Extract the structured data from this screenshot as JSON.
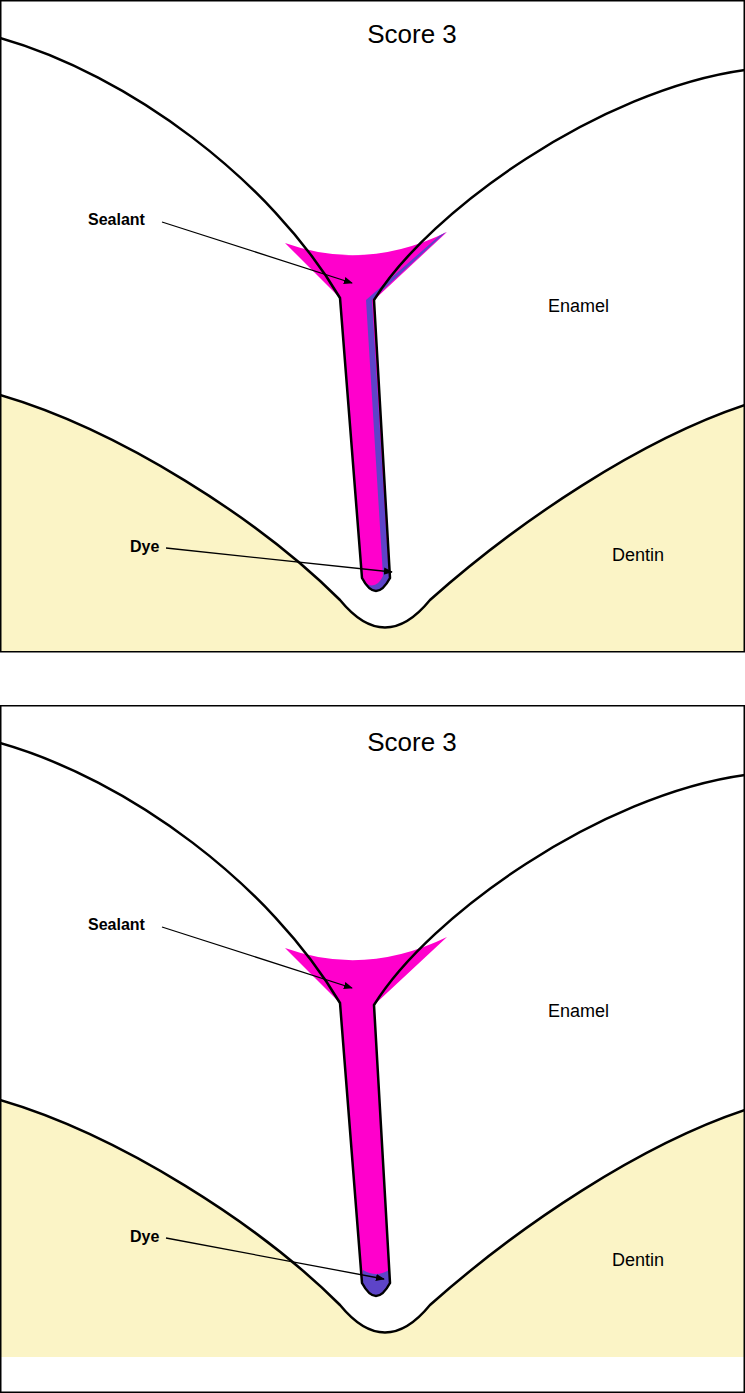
{
  "diagram": {
    "labels": [
      "Score 3",
      "Sealant",
      "Enamel",
      "Dye",
      "Dentin",
      "Score 3",
      "Sealant",
      "Enamel",
      "Dye",
      "Dentin"
    ]
  }
}
